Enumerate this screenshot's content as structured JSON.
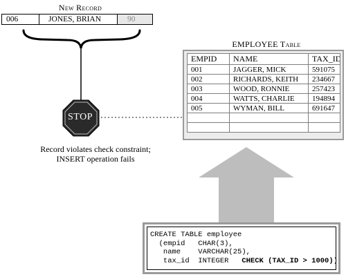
{
  "new_record": {
    "title": "New Record",
    "id": "006",
    "name": "JONES, BRIAN",
    "tax_id": "90"
  },
  "stop_sign": {
    "label": "STOP"
  },
  "caption": {
    "line1": "Record violates check constraint;",
    "line2": "INSERT operation fails"
  },
  "employee_table": {
    "title": "EMPLOYEE Table",
    "headers": [
      "EMPID",
      "NAME",
      "TAX_ID"
    ],
    "rows": [
      [
        "001",
        "JAGGER, MICK",
        "591075"
      ],
      [
        "002",
        "RICHARDS, KEITH",
        "234667"
      ],
      [
        "003",
        "WOOD, RONNIE",
        "257423"
      ],
      [
        "004",
        "WATTS, CHARLIE",
        "194894"
      ],
      [
        "005",
        "WYMAN, BILL",
        "691647"
      ]
    ]
  },
  "sql": {
    "line1": "CREATE TABLE employee",
    "line2": "  (empid   CHAR(3),",
    "line3": "   name    VARCHAR(25),",
    "line4_prefix": "   tax_id  INTEGER   ",
    "line4_check": "CHECK (TAX_ID > 1000)",
    "line4_suffix": ")"
  },
  "colors": {
    "stop_fill": "#2a2a2a",
    "arrow_gray": "#bdbdbd",
    "dotted_arrow": "#8c8c8c"
  },
  "icons": [
    "curly-brace-icon",
    "stop-sign-icon",
    "dotted-arrow-icon",
    "big-up-arrow-icon"
  ]
}
